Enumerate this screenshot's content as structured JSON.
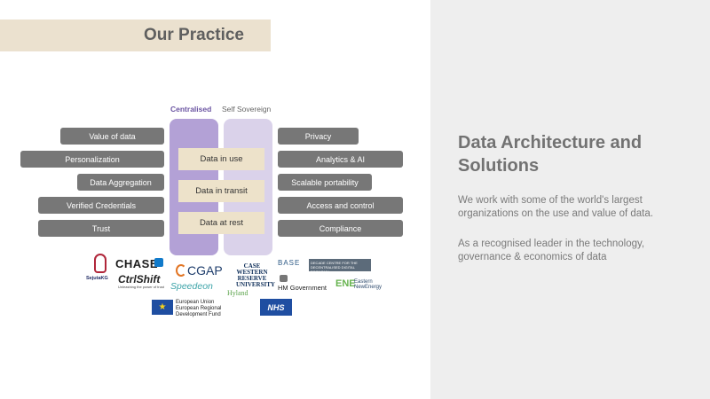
{
  "slide": {
    "title": "Our Practice",
    "column_headers": {
      "centralised": "Centralised",
      "self_sovereign": "Self Sovereign"
    },
    "layers": [
      "Data in use",
      "Data in transit",
      "Data at rest"
    ],
    "left_labels": [
      "Value of data",
      "Personalization",
      "Data Aggregation",
      "Verified Credentials",
      "Trust"
    ],
    "right_labels": [
      "Privacy",
      "Analytics & AI",
      "Scalable portability",
      "Access and control",
      "Compliance"
    ],
    "colors": {
      "title_band": "#ebe1cf",
      "centralised_column": "#b3a1d6",
      "self_sovereign_column": "#dad2ea",
      "layer_box": "#ede2ca",
      "pill": "#777777",
      "right_panel": "#eeeeee"
    }
  },
  "right_panel": {
    "heading": "Data Architecture and Solutions",
    "paragraph_1": "We work with some of the world's largest organizations on the use and value of data.",
    "paragraph_2": "As a recognised leader in the technology, governance & economics of data"
  },
  "logos": {
    "chase": "CHASE",
    "ctrlshift": "CtrlShift",
    "ctrlshift_tagline": "Unleashing the power of trust",
    "sejuta": "SejutaKG",
    "cgap": "CGAP",
    "speedeon": "Speedeon",
    "hyland": "Hyland",
    "cwru": "CASE WESTERN RESERVE UNIVERSITY",
    "base": "BASE",
    "hm_government": "HM Government",
    "decade": "DECADE CENTRE FOR THE DECENTRALISED DIGITAL ECONOMY",
    "ene_mark": "ENE",
    "ene_text": "Eastern NewEnergy",
    "eu": "European Union European Regional Development Fund",
    "nhs": "NHS"
  }
}
